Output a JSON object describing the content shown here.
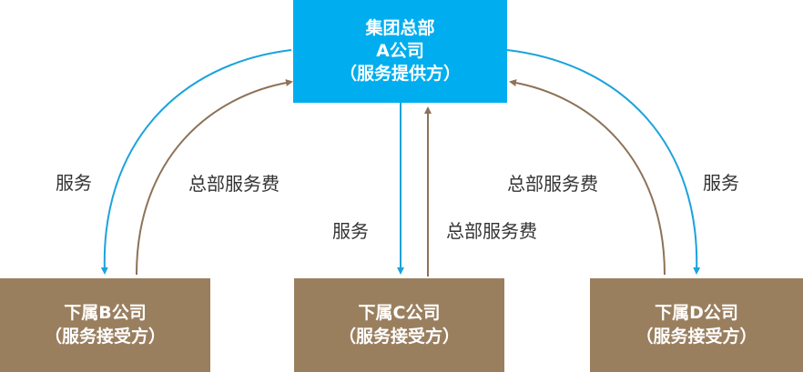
{
  "nodes": {
    "hq": {
      "line1": "集团总部",
      "line2": "A公司",
      "line3": "（服务提供方）"
    },
    "b": {
      "line1": "下属B公司",
      "line2": "（服务接受方）"
    },
    "c": {
      "line1": "下属C公司",
      "line2": "（服务接受方）"
    },
    "d": {
      "line1": "下属D公司",
      "line2": "（服务接受方）"
    }
  },
  "edges": {
    "hq_to_b": "服务",
    "b_to_hq": "总部服务费",
    "hq_to_c": "服务",
    "c_to_hq": "总部服务费",
    "d_to_hq": "总部服务费",
    "hq_to_d": "服务"
  },
  "colors": {
    "provider": "#00AEEF",
    "receiver": "#9A7F5F",
    "service_arrow": "#1AA3DD",
    "fee_arrow": "#8C7257",
    "label_text": "#333333"
  }
}
